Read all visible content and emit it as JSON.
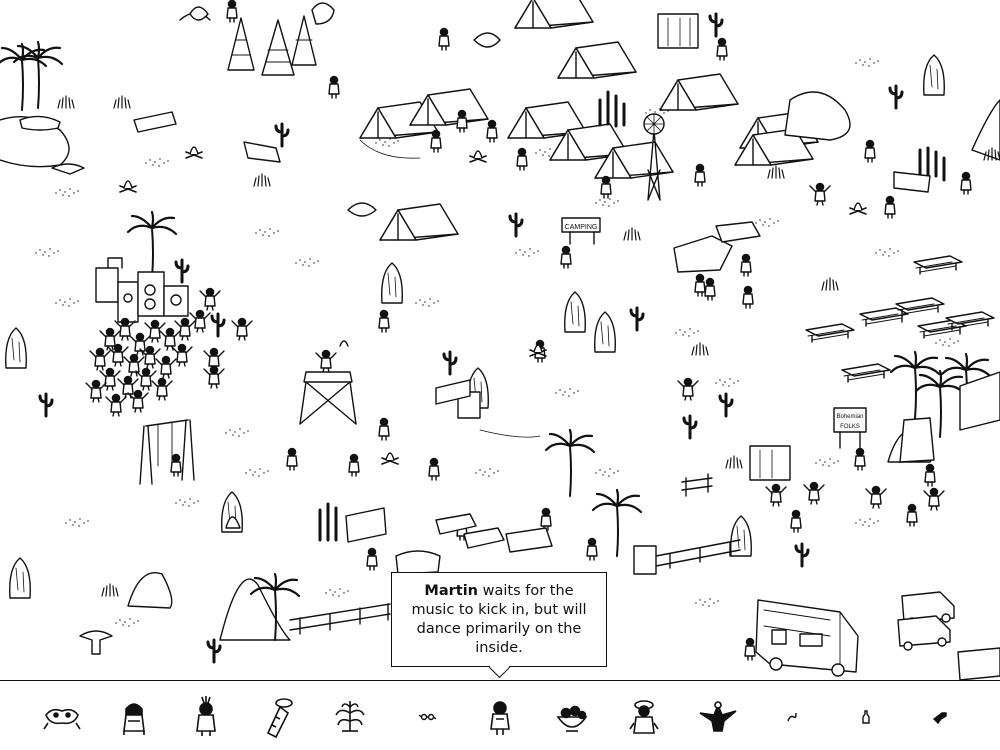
{
  "hint": {
    "target_name": "Martin",
    "text": " waits for the music to kick in, but will dance primarily on the inside."
  },
  "signs": {
    "camping": "CAMPING",
    "bohemian_folks_line1": "Bohemian",
    "bohemian_folks_line2": "FOLKS"
  },
  "tray": {
    "items": [
      {
        "icon": "drum-creature-icon"
      },
      {
        "icon": "hooded-person-icon"
      },
      {
        "icon": "punk-person-icon"
      },
      {
        "icon": "alien-cactus-icon"
      },
      {
        "icon": "plant-icon"
      },
      {
        "icon": "glasses-icon"
      },
      {
        "icon": "martin-icon"
      },
      {
        "icon": "fruit-bowl-icon"
      },
      {
        "icon": "hat-person-icon"
      },
      {
        "icon": "bird-icon"
      },
      {
        "icon": "snake-icon"
      },
      {
        "icon": "bottle-icon"
      },
      {
        "icon": "gun-icon"
      }
    ]
  }
}
